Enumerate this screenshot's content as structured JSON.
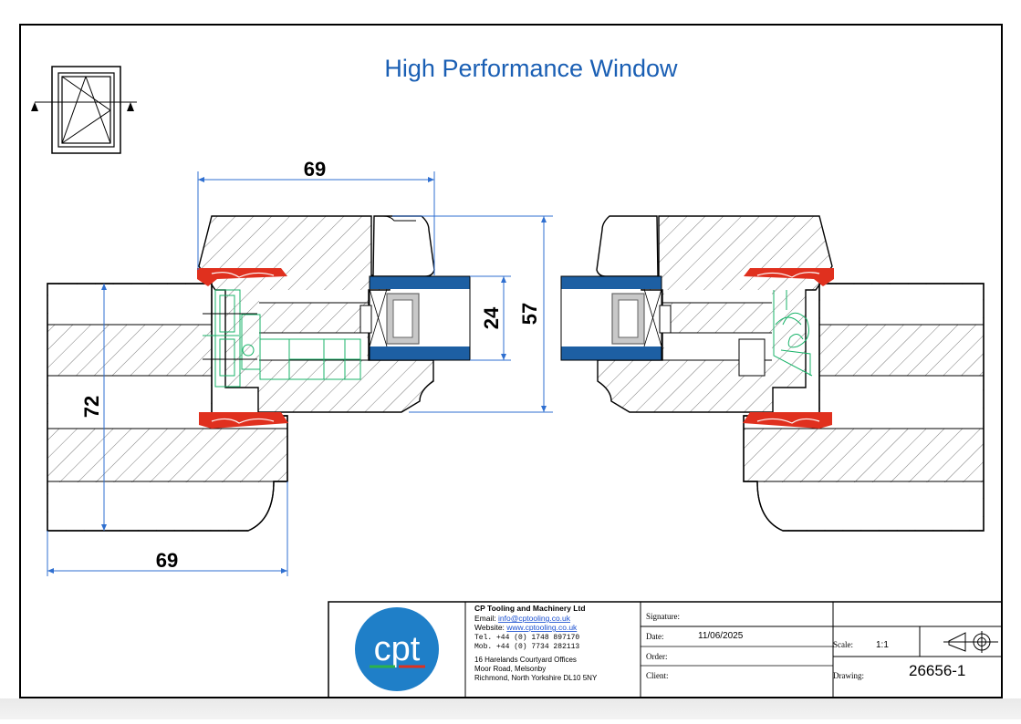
{
  "title": "High Performance Window",
  "dimensions": {
    "top_width": "69",
    "bottom_width": "69",
    "frame_height": "72",
    "glass_unit": "24",
    "sash_height": "57"
  },
  "company": {
    "name": "CP Tooling and Machinery Ltd",
    "email_label": "Email: ",
    "email": "info@cptooling.co.uk",
    "website_label": "Website: ",
    "website": "www.cptooling.co.uk",
    "tel": "Tel. +44 (0) 1748 897170",
    "mob": "Mob. +44 (0) 7734 282113",
    "address1": "16 Harelands Courtyard Offices",
    "address2": "Moor Road, Melsonby",
    "address3": "Richmond, North Yorkshire DL10 5NY",
    "logo_text": "cpt"
  },
  "title_block": {
    "signature_label": "Signature:",
    "date_label": "Date:",
    "date_value": "11/06/2025",
    "order_label": "Order:",
    "client_label": "Client:",
    "scale_label": "Scale:",
    "scale_value": "1:1",
    "drawing_label": "Drawing:",
    "drawing_value": "26656-1"
  },
  "colors": {
    "title_blue": "#1a5fb4",
    "dimension_blue": "#2f6fd0",
    "glass_blue": "#1d5fa3",
    "gasket_red": "#e0301e",
    "hardware_green": "#1ab36a",
    "logo_blue": "#1f7fc8"
  }
}
